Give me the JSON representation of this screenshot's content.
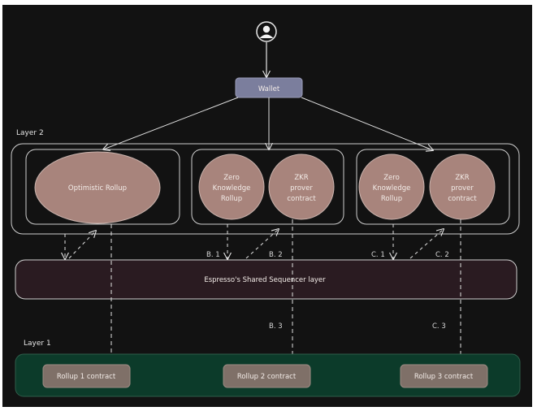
{
  "diagram": {
    "user_icon": "user-avatar-icon",
    "wallet": {
      "label": "Wallet",
      "color": "#7b7e9d"
    },
    "layer2": {
      "label": "Layer 2",
      "groups": [
        {
          "id": "a",
          "nodes": [
            {
              "lines": [
                "Optimistic Rollup"
              ]
            }
          ]
        },
        {
          "id": "b",
          "nodes": [
            {
              "lines": [
                "Zero",
                "Knowledge",
                "Rollup"
              ]
            },
            {
              "lines": [
                "ZKR",
                "prover",
                "contract"
              ]
            }
          ]
        },
        {
          "id": "c",
          "nodes": [
            {
              "lines": [
                "Zero",
                "Knowledge",
                "Rollup"
              ]
            },
            {
              "lines": [
                "ZKR",
                "prover",
                "contract"
              ]
            }
          ]
        }
      ],
      "node_color": "#a8847c"
    },
    "sequencer": {
      "label": "Espresso's Shared Sequencer layer",
      "color": "#2a1b21"
    },
    "step_labels": {
      "b1": "B. 1",
      "b2": "B. 2",
      "b3": "B. 3",
      "c1": "C. 1",
      "c2": "C. 2",
      "c3": "C. 3"
    },
    "layer1": {
      "label": "Layer 1",
      "color": "#0c3b2a",
      "contracts": [
        "Rollup 1 contract",
        "Rollup 2 contract",
        "Rollup 3 contract"
      ],
      "contract_color": "#7f7068"
    }
  }
}
